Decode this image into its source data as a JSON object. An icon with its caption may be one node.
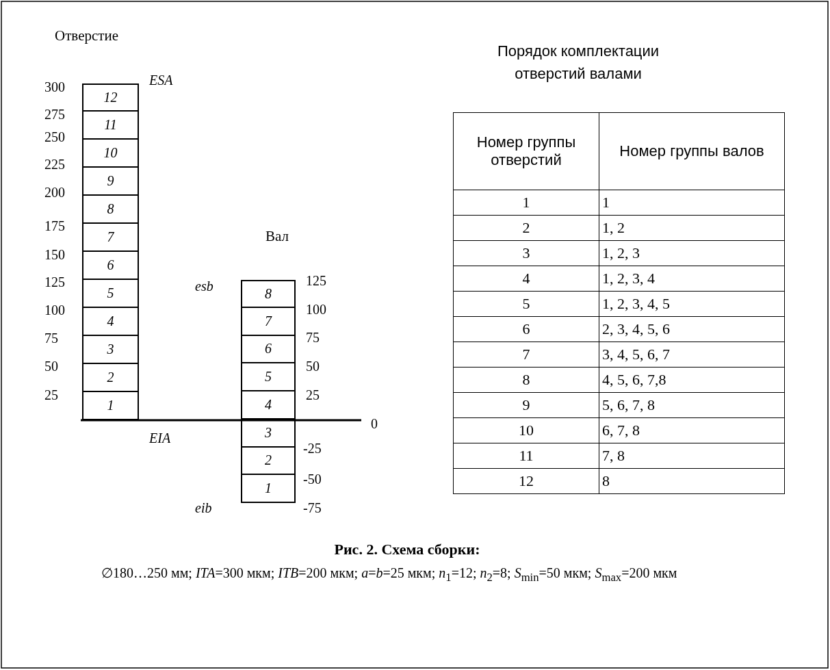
{
  "diagram": {
    "caption": "Рис. 2. Схема сборки:",
    "nodes": [
      {
        "text": [
          "12"
        ]
      },
      {
        "text": [
          "11"
        ]
      },
      {
        "text": [
          "10"
        ]
      },
      {
        "text": [
          "9"
        ]
      },
      {
        "text": [
          "8"
        ]
      },
      {
        "text": [
          "7"
        ]
      },
      {
        "text": [
          "6"
        ]
      },
      {
        "text": [
          "5"
        ]
      },
      {
        "text": [
          "4"
        ]
      },
      {
        "text": [
          "3"
        ]
      },
      {
        "text": [
          "2"
        ]
      },
      {
        "text": [
          "1"
        ]
      },
      {
        "text": [
          "8"
        ]
      },
      {
        "text": [
          "7"
        ]
      },
      {
        "text": [
          "6"
        ]
      },
      {
        "text": [
          "5"
        ]
      },
      {
        "text": [
          "4"
        ]
      },
      {
        "text": [
          "3"
        ]
      },
      {
        "text": [
          "2"
        ]
      },
      {
        "text": [
          "1"
        ]
      }
    ],
    "edges": [],
    "labels": [
      "Отверстие",
      "ESA",
      "300",
      "275",
      "250",
      "225",
      "200",
      "175",
      "150",
      "125",
      "100",
      "75",
      "50",
      "25",
      "Вал",
      "esb",
      "125",
      "100",
      "75",
      "50",
      "25",
      "0",
      "EIA",
      "-25",
      "-50",
      "eib",
      "-75",
      "Порядок комплектации отверстий валами",
      "Номер группы отверстий",
      "Номер группы валов",
      "1",
      "1",
      "2",
      "1, 2",
      "3",
      "1, 2, 3",
      "4",
      "1, 2, 3, 4",
      "5",
      "1, 2, 3, 4, 5",
      "6",
      "2, 3, 4, 5, 6",
      "7",
      "3, 4, 5, 6, 7",
      "8",
      "4, 5, 6, 7,8",
      "9",
      "5, 6, 7, 8",
      "10",
      "6, 7, 8",
      "11",
      "7, 8",
      "12",
      "8",
      "∅180…250 мм; *ITA*=300 мкм; *ITB*=200 мкм; *a*=*b*=25 мкм; *n*$_{1}$=12; *n*$_{2}$=8; *S*$_{min}$=50 мкм; *S*$_{max}$=200 мкм"
    ]
  }
}
